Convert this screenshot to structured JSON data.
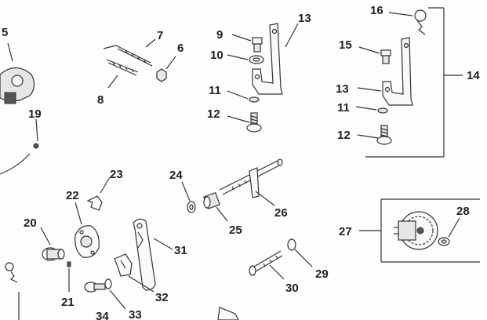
{
  "labels": {
    "l5": "5",
    "l6": "6",
    "l7": "7",
    "l8": "8",
    "l9": "9",
    "l10": "10",
    "l11a": "11",
    "l12a": "12",
    "l13a": "13",
    "l16": "16",
    "l15": "15",
    "l13b": "13",
    "l11b": "11",
    "l12b": "12",
    "l14": "14",
    "l19": "19",
    "l23": "23",
    "l22": "22",
    "l20": "20",
    "l21": "21",
    "l24": "24",
    "l25": "25",
    "l26": "26",
    "l27": "27",
    "l28": "28",
    "l31": "31",
    "l32": "32",
    "l33": "33",
    "l34": "34",
    "l29": "29",
    "l30": "30"
  }
}
